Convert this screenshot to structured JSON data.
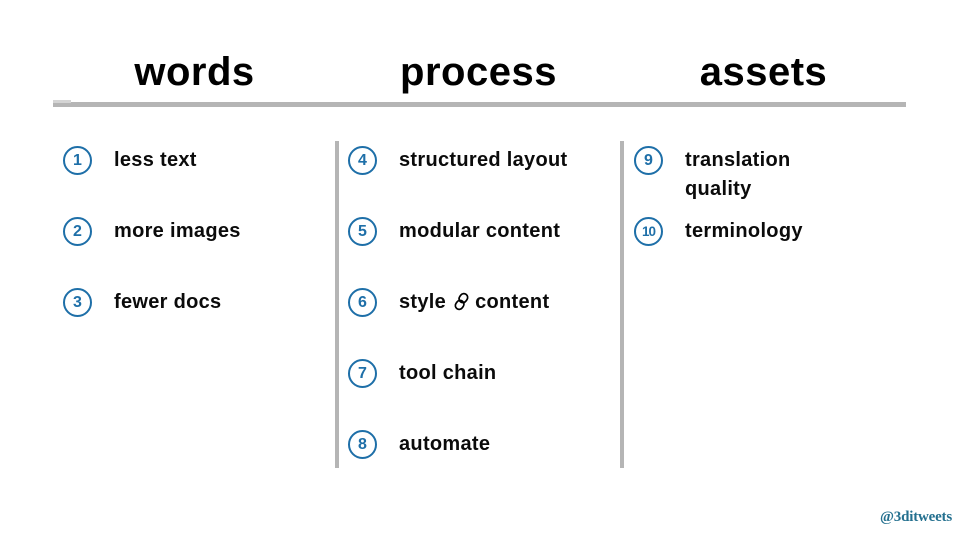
{
  "columns": [
    {
      "title": "words",
      "items": [
        {
          "num": "1",
          "label": "less text"
        },
        {
          "num": "2",
          "label": "more images"
        },
        {
          "num": "3",
          "label": "fewer docs"
        }
      ]
    },
    {
      "title": "process",
      "items": [
        {
          "num": "4",
          "label": "structured layout"
        },
        {
          "num": "5",
          "label": "modular content"
        },
        {
          "num": "6",
          "label_before": "style",
          "icon": "link-icon",
          "label_after": "content"
        },
        {
          "num": "7",
          "label": "tool chain"
        },
        {
          "num": "8",
          "label": "automate"
        }
      ]
    },
    {
      "title": "assets",
      "items": [
        {
          "num": "9",
          "label": "translation\nquality"
        },
        {
          "num": "10",
          "label": "terminology"
        }
      ]
    }
  ],
  "footer": {
    "handle": "@3ditweets"
  },
  "colors": {
    "accent_blue": "#1e6fa8",
    "divider_gray": "#b5b5b5",
    "footer_teal": "#24708f",
    "text_black": "#0b0b0b"
  }
}
